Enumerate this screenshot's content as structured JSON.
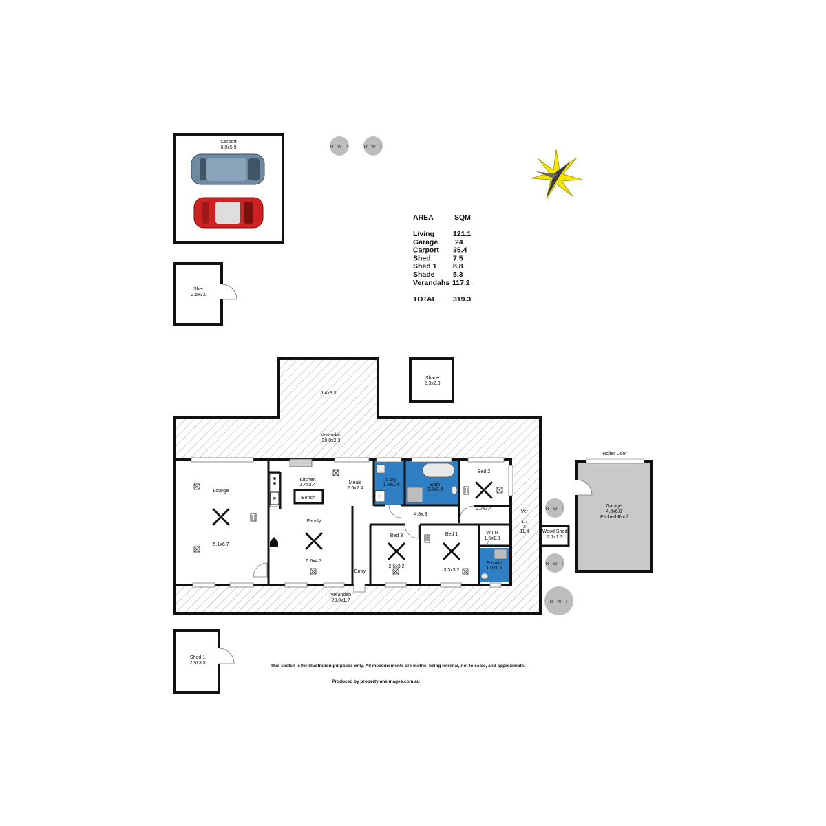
{
  "rooms": {
    "carport": {
      "name": "Carport",
      "dims": "6.0x5.9"
    },
    "shed": {
      "name": "Shed",
      "dims": "2.5x3.0"
    },
    "shed1": {
      "name": "Shed 1",
      "dims": "2.5x3.5"
    },
    "shade": {
      "name": "Shade",
      "dims": "2.3x2.3"
    },
    "verandah_ext": {
      "dims": "5.4x3.3"
    },
    "verandah_top": {
      "name": "Verandah",
      "dims": "20.0x2.3"
    },
    "verandah_bottom": {
      "name": "Verandah",
      "dims": "20.0x1.7"
    },
    "verandah_side": {
      "name": "Ver",
      "dims_a": "1.7",
      "dims_b": "x",
      "dims_c": "11.4"
    },
    "lounge": {
      "name": "Lounge",
      "dims": "5.1x6.7"
    },
    "kitchen": {
      "name": "Kitchen",
      "dims": "3.4x2.4"
    },
    "bench": {
      "name": "Bench"
    },
    "fridge": {
      "name": "F"
    },
    "meals": {
      "name": "Meals",
      "dims": "2.6x2.4"
    },
    "family": {
      "name": "Family",
      "dims": "5.6x4.3"
    },
    "entry": {
      "name": "Entry"
    },
    "ldry": {
      "name": "L.dry",
      "dims": "1.6x2.4",
      "tub": "L"
    },
    "bath": {
      "name": "Bath",
      "dims": "3.0x2.4"
    },
    "bed2": {
      "name": "Bed 2",
      "dims": "2.7x3.4"
    },
    "hall": {
      "dims": "4.8x.9"
    },
    "bed3": {
      "name": "Bed 3",
      "dims": "2.6x3.2"
    },
    "bed1": {
      "name": "Bed 1",
      "dims": "3.3x3.2"
    },
    "wir": {
      "name": "W I R",
      "dims": "1.6x1.3"
    },
    "ensuite": {
      "name": "Ensuite",
      "dims": "1.6x1.5"
    },
    "woodshed": {
      "name": "Wood Shed",
      "dims": "2.1x1.3"
    },
    "garage": {
      "name": "Garage",
      "dims": "4.0x6.0",
      "roof": "Pitched Roof",
      "door": "Roller Door"
    }
  },
  "rwt_label": "R W T",
  "area_table": {
    "header": {
      "area": "AREA",
      "sqm": "SQM"
    },
    "rows": [
      {
        "name": "Living",
        "value": "121.1"
      },
      {
        "name": "Garage",
        "value": "24"
      },
      {
        "name": "Carport",
        "value": "35.4"
      },
      {
        "name": "Shed",
        "value": "7.5"
      },
      {
        "name": "Shed 1",
        "value": "8.8"
      },
      {
        "name": "Shade",
        "value": "5.3"
      },
      {
        "name": "Verandahs",
        "value": "117.2"
      }
    ],
    "total": {
      "name": "TOTAL",
      "value": "319.3"
    }
  },
  "disclaimer": "This sketch is for illustration purposes only.   All measurements are metric, being internal, not to scale, and approximate.",
  "credit": "Produced by propertylaneimages.com.au",
  "colors": {
    "wall": "#111111",
    "wet_area": "#2f7fc4",
    "garage_fill": "#c9c9c9",
    "car_blue": "#6d8aa3",
    "car_red": "#cc2222",
    "rwt": "#bdbdbd",
    "compass_yellow": "#f5e600"
  }
}
